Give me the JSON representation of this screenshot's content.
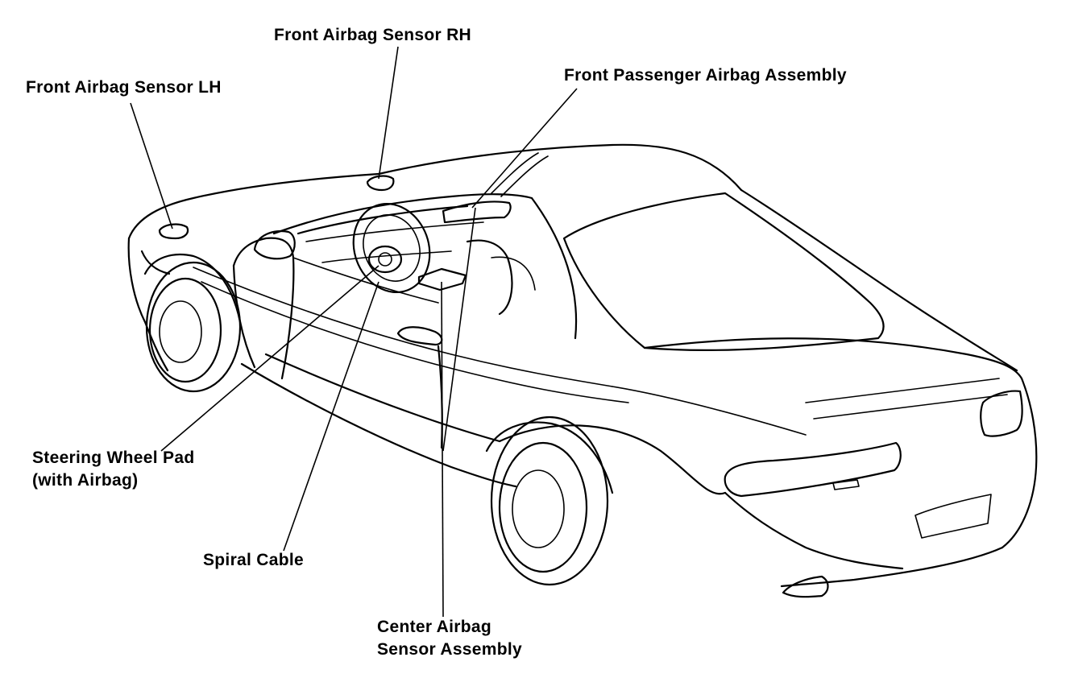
{
  "figure": {
    "subject": "car-cutaway",
    "line_color": "#000000",
    "background_color": "#ffffff"
  },
  "labels": {
    "front_sensor_lh": "Front Airbag Sensor LH",
    "front_sensor_rh": "Front Airbag Sensor RH",
    "passenger_airbag": "Front Passenger Airbag Assembly",
    "steering_pad_line1": "Steering Wheel Pad",
    "steering_pad_line2": "(with Airbag)",
    "spiral_cable": "Spiral Cable",
    "center_sensor_line1": "Center Airbag",
    "center_sensor_line2": "Sensor Assembly"
  }
}
